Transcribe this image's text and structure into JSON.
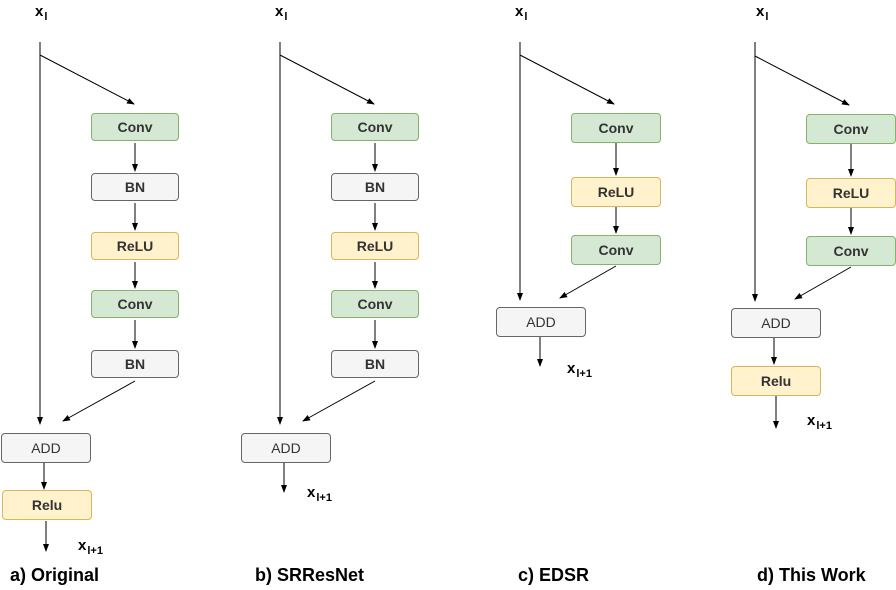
{
  "panels": [
    {
      "input_label": "x",
      "input_sub": "l",
      "blocks": [
        "Conv",
        "BN",
        "ReLU",
        "Conv",
        "BN"
      ],
      "add_label": "ADD",
      "post_label": "Relu",
      "output_label": "x",
      "output_sub": "l+1",
      "caption": "a) Original"
    },
    {
      "input_label": "x",
      "input_sub": "l",
      "blocks": [
        "Conv",
        "BN",
        "ReLU",
        "Conv",
        "BN"
      ],
      "add_label": "ADD",
      "output_label": "x",
      "output_sub": "l+1",
      "caption": "b) SRResNet"
    },
    {
      "input_label": "x",
      "input_sub": "l",
      "blocks": [
        "Conv",
        "ReLU",
        "Conv"
      ],
      "add_label": "ADD",
      "output_label": "x",
      "output_sub": "l+1",
      "caption": "c) EDSR"
    },
    {
      "input_label": "x",
      "input_sub": "l",
      "blocks": [
        "Conv",
        "ReLU",
        "Conv"
      ],
      "add_label": "ADD",
      "post_label": "Relu",
      "output_label": "x",
      "output_sub": "l+1",
      "caption": "d) This Work"
    }
  ],
  "colors": {
    "conv_fill": "#d5e8d4",
    "conv_border": "#82b366",
    "bn_fill": "#f5f5f5",
    "bn_border": "#666666",
    "relu_fill": "#fff2cc",
    "relu_border": "#d6b656"
  }
}
